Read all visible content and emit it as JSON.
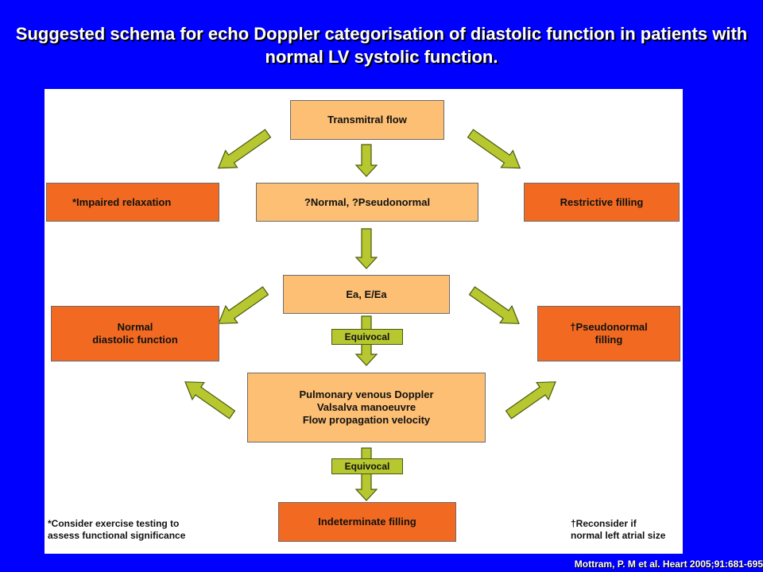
{
  "title": "Suggested schema for echo Doppler categorisation of diastolic function in patients with normal LV systolic function.",
  "boxes": {
    "transmitral_flow": "Transmitral flow",
    "impaired_relaxation": "*Impaired relaxation",
    "normal_pseudonormal": "?Normal, ?Pseudonormal",
    "restrictive_filling": "Restrictive filling",
    "ea_eea": "Ea, E/Ea",
    "normal_diastolic": "Normal\ndiastolic function",
    "pseudonormal_filling": "†Pseudonormal\nfilling",
    "pulmonary_tests": "Pulmonary venous Doppler\nValsalva manoeuvre\nFlow propagation velocity",
    "indeterminate_filling": "Indeterminate filling"
  },
  "tags": {
    "equivocal_1": "Equivocal",
    "equivocal_2": "Equivocal"
  },
  "notes": {
    "left": "*Consider exercise testing to\nassess functional significance",
    "right": "†Reconsider if\nnormal left atrial size"
  },
  "citation": "Mottram, P. M et al. Heart 2005;91:681-695",
  "colors": {
    "background": "#0000ff",
    "light_box": "#fdbf74",
    "dark_box": "#f26a21",
    "arrow": "#b7c72f"
  }
}
